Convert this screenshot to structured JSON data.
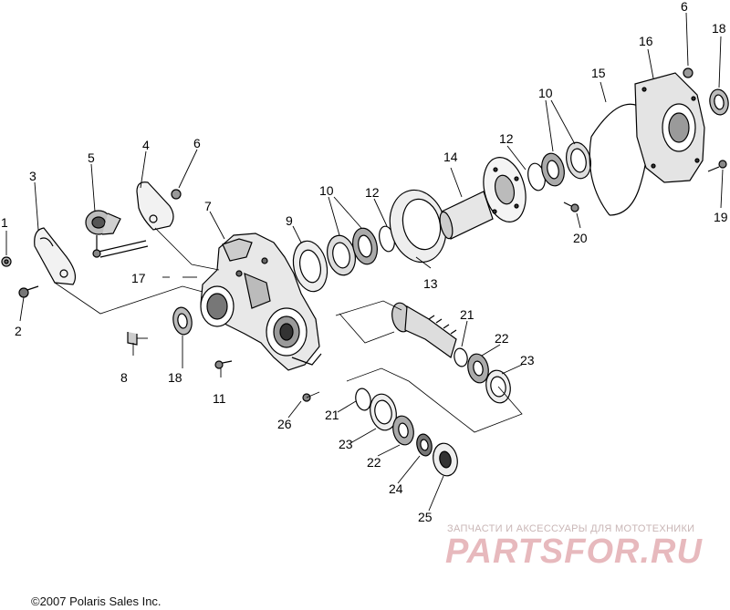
{
  "callouts": {
    "c1": "1",
    "c2": "2",
    "c3": "3",
    "c4": "4",
    "c5": "5",
    "c6a": "6",
    "c6b": "6",
    "c7": "7",
    "c8": "8",
    "c9": "9",
    "c10a": "10",
    "c10b": "10",
    "c11": "11",
    "c12a": "12",
    "c12b": "12",
    "c13": "13",
    "c14": "14",
    "c15": "15",
    "c16": "16",
    "c17": "17",
    "c18a": "18",
    "c18b": "18",
    "c19": "19",
    "c20": "20",
    "c21a": "21",
    "c21b": "21",
    "c22a": "22",
    "c22b": "22",
    "c23a": "23",
    "c23b": "23",
    "c24": "24",
    "c25": "25",
    "c26": "26"
  },
  "copyright": "©2007 Polaris Sales Inc.",
  "watermark": {
    "tagline": "ЗАПЧАСТИ И АКСЕССУАРЫ ДЛЯ МОТОТЕХНИКИ",
    "logo": "PARTSFOR.RU"
  },
  "colors": {
    "line": "#000000",
    "shade": "#9a9a9a",
    "dark": "#555555",
    "watermark": "#e7b9bd"
  }
}
